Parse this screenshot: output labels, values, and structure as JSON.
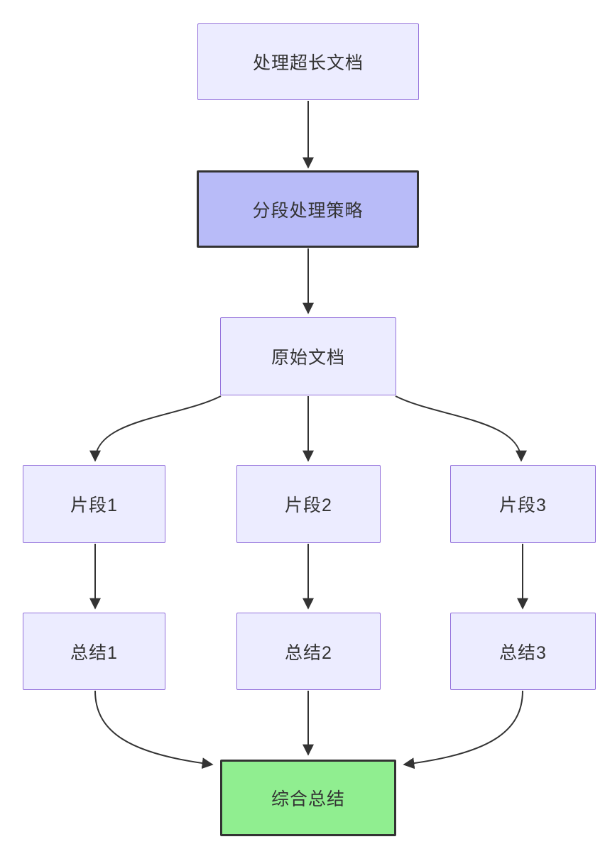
{
  "diagram": {
    "type": "flowchart",
    "direction": "top-down",
    "nodes": [
      {
        "id": "A",
        "label": "处理超长文档",
        "style": "default"
      },
      {
        "id": "B",
        "label": "分段处理策略",
        "style": "highlight"
      },
      {
        "id": "C",
        "label": "原始文档",
        "style": "default"
      },
      {
        "id": "D1",
        "label": "片段1",
        "style": "default"
      },
      {
        "id": "D2",
        "label": "片段2",
        "style": "default"
      },
      {
        "id": "D3",
        "label": "片段3",
        "style": "default"
      },
      {
        "id": "E1",
        "label": "总结1",
        "style": "default"
      },
      {
        "id": "E2",
        "label": "总结2",
        "style": "default"
      },
      {
        "id": "E3",
        "label": "总结3",
        "style": "default"
      },
      {
        "id": "F",
        "label": "综合总结",
        "style": "result"
      }
    ],
    "edges": [
      {
        "from": "A",
        "to": "B"
      },
      {
        "from": "B",
        "to": "C"
      },
      {
        "from": "C",
        "to": "D1"
      },
      {
        "from": "C",
        "to": "D2"
      },
      {
        "from": "C",
        "to": "D3"
      },
      {
        "from": "D1",
        "to": "E1"
      },
      {
        "from": "D2",
        "to": "E2"
      },
      {
        "from": "D3",
        "to": "E3"
      },
      {
        "from": "E1",
        "to": "F"
      },
      {
        "from": "E2",
        "to": "F"
      },
      {
        "from": "E3",
        "to": "F"
      }
    ],
    "colors": {
      "node_fill": "#ECECFF",
      "node_border": "#9370DB",
      "highlight_fill": "#b8bbf8",
      "highlight_border": "#333333",
      "result_fill": "#90EE90",
      "result_border": "#333333",
      "edge": "#333333",
      "text": "#333333",
      "background": "#ffffff"
    }
  }
}
